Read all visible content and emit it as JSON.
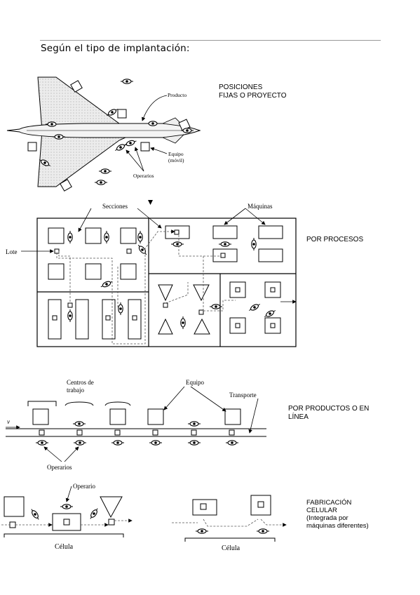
{
  "heading": "Según el tipo de implantación:",
  "sections": {
    "fixed": {
      "label_line1": "POSICIONES",
      "label_line2": "FIJAS O PROYECTO",
      "producto": "Producto",
      "equipo": "Equipo",
      "movil": "(móvil)",
      "operarios": "Operarios"
    },
    "process": {
      "label": "POR PROCESOS",
      "secciones": "Secciones",
      "maquinas": "Máquinas",
      "lote": "Lote"
    },
    "product": {
      "label_line1": "POR PRODUCTOS O EN",
      "label_line2": "LÍNEA",
      "centros1": "Centros de",
      "centros2": "trabajo",
      "equipo": "Equipo",
      "transporte": "Transporte",
      "v": "v",
      "operarios": "Operarios"
    },
    "cellular": {
      "label_line1": "FABRICACIÓN",
      "label_line2": "CELULAR",
      "label_line3": "(Integrada por",
      "label_line4": "máquinas diferentes)",
      "operario": "Operario",
      "celula_left": "Célula",
      "celula_right": "Célula"
    }
  }
}
